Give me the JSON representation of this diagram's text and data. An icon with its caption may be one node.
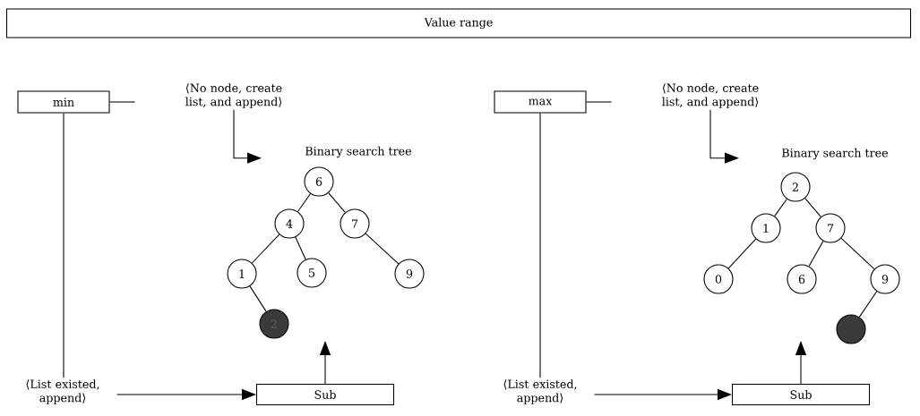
{
  "diagram": {
    "nodes": [
      {
        "text": [
          "Value range"
        ]
      },
      {
        "text": [
          "min"
        ]
      },
      {
        "text": [
          "⟨No node, create list, and append⟩"
        ]
      },
      {
        "text": [
          "⟨List existed, append⟩"
        ]
      },
      {
        "text": [
          "Sub"
        ]
      },
      {
        "text": [
          "6"
        ]
      },
      {
        "text": [
          "4"
        ]
      },
      {
        "text": [
          "7"
        ]
      },
      {
        "text": [
          "1"
        ]
      },
      {
        "text": [
          "5"
        ]
      },
      {
        "text": [
          "9"
        ]
      },
      {
        "text": [
          "2"
        ]
      },
      {
        "text": [
          "max"
        ]
      },
      {
        "text": [
          "⟨No node, create list, and append⟩"
        ]
      },
      {
        "text": [
          "⟨List existed, append⟩"
        ]
      },
      {
        "text": [
          "Sub"
        ]
      },
      {
        "text": [
          "2"
        ]
      },
      {
        "text": [
          "1"
        ]
      },
      {
        "text": [
          "7"
        ]
      },
      {
        "text": [
          "0"
        ]
      },
      {
        "text": [
          "6"
        ]
      },
      {
        "text": [
          "9"
        ]
      },
      {
        "text": [],
        "shape": "circle"
      }
    ],
    "edges": [
      {
        "from": 1,
        "to": null,
        "arrow": "none"
      },
      {
        "from": 1,
        "to": 3,
        "arrow": "none"
      },
      {
        "from": 3,
        "to": 4,
        "arrow": "to"
      },
      {
        "from": 4,
        "to": null,
        "arrow": "to"
      },
      {
        "from": 2,
        "to": null,
        "arrow": "to"
      },
      {
        "from": 5,
        "to": 6,
        "arrow": "none"
      },
      {
        "from": 5,
        "to": 7,
        "arrow": "none"
      },
      {
        "from": 6,
        "to": 8,
        "arrow": "none"
      },
      {
        "from": 6,
        "to": 9,
        "arrow": "none"
      },
      {
        "from": 7,
        "to": 10,
        "arrow": "none"
      },
      {
        "from": 8,
        "to": 11,
        "arrow": "none"
      },
      {
        "from": 12,
        "to": null,
        "arrow": "none"
      },
      {
        "from": 12,
        "to": 14,
        "arrow": "none"
      },
      {
        "from": 14,
        "to": 15,
        "arrow": "to"
      },
      {
        "from": 15,
        "to": null,
        "arrow": "to"
      },
      {
        "from": 13,
        "to": null,
        "arrow": "to"
      },
      {
        "from": 16,
        "to": 17,
        "arrow": "none"
      },
      {
        "from": 16,
        "to": 18,
        "arrow": "none"
      },
      {
        "from": 17,
        "to": 19,
        "arrow": "none"
      },
      {
        "from": 18,
        "to": 20,
        "arrow": "none"
      },
      {
        "from": 18,
        "to": 21,
        "arrow": "none"
      },
      {
        "from": 21,
        "to": 22,
        "arrow": "none"
      }
    ],
    "labels": [
      "Binary search tree",
      "Binary search tree"
    ]
  }
}
